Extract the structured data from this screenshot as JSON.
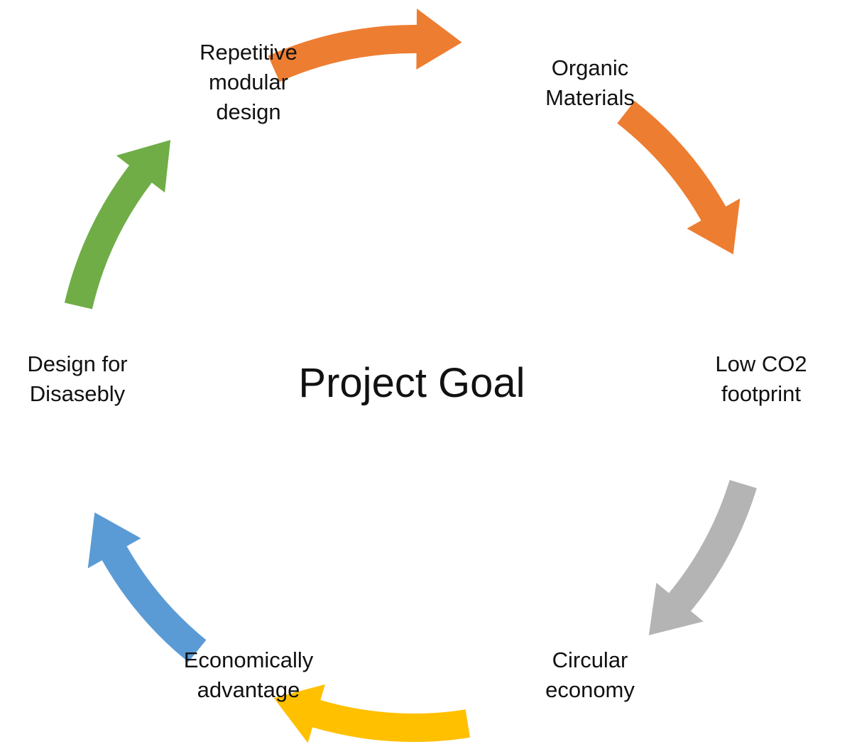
{
  "center_title": "Project Goal",
  "nodes": [
    {
      "id": "repetitive-modular-design",
      "lines": [
        "Repetitive",
        "modular",
        "design"
      ]
    },
    {
      "id": "organic-materials",
      "lines": [
        "Organic",
        "Materials"
      ]
    },
    {
      "id": "low-co2-footprint",
      "lines": [
        "Low CO2",
        "footprint"
      ]
    },
    {
      "id": "circular-economy",
      "lines": [
        "Circular",
        "economy"
      ]
    },
    {
      "id": "economically-advantage",
      "lines": [
        "Economically",
        "advantage"
      ]
    },
    {
      "id": "design-for-disasebly",
      "lines": [
        "Design for",
        "Disasebly"
      ]
    }
  ],
  "arrows": [
    {
      "id": "arrow-modular-to-organic",
      "from": "repetitive-modular-design",
      "to": "organic-materials",
      "color": "#ED7D31"
    },
    {
      "id": "arrow-organic-to-low-co2",
      "from": "organic-materials",
      "to": "low-co2-footprint",
      "color": "#ED7D31"
    },
    {
      "id": "arrow-low-co2-to-circular",
      "from": "low-co2-footprint",
      "to": "circular-economy",
      "color": "#B4B4B4"
    },
    {
      "id": "arrow-circular-to-economic",
      "from": "circular-economy",
      "to": "economically-advantage",
      "color": "#FFC000"
    },
    {
      "id": "arrow-economic-to-disassembly",
      "from": "economically-advantage",
      "to": "design-for-disasebly",
      "color": "#5B9BD5"
    },
    {
      "id": "arrow-disassembly-to-modular",
      "from": "design-for-disasebly",
      "to": "repetitive-modular-design",
      "color": "#70AD47"
    }
  ]
}
